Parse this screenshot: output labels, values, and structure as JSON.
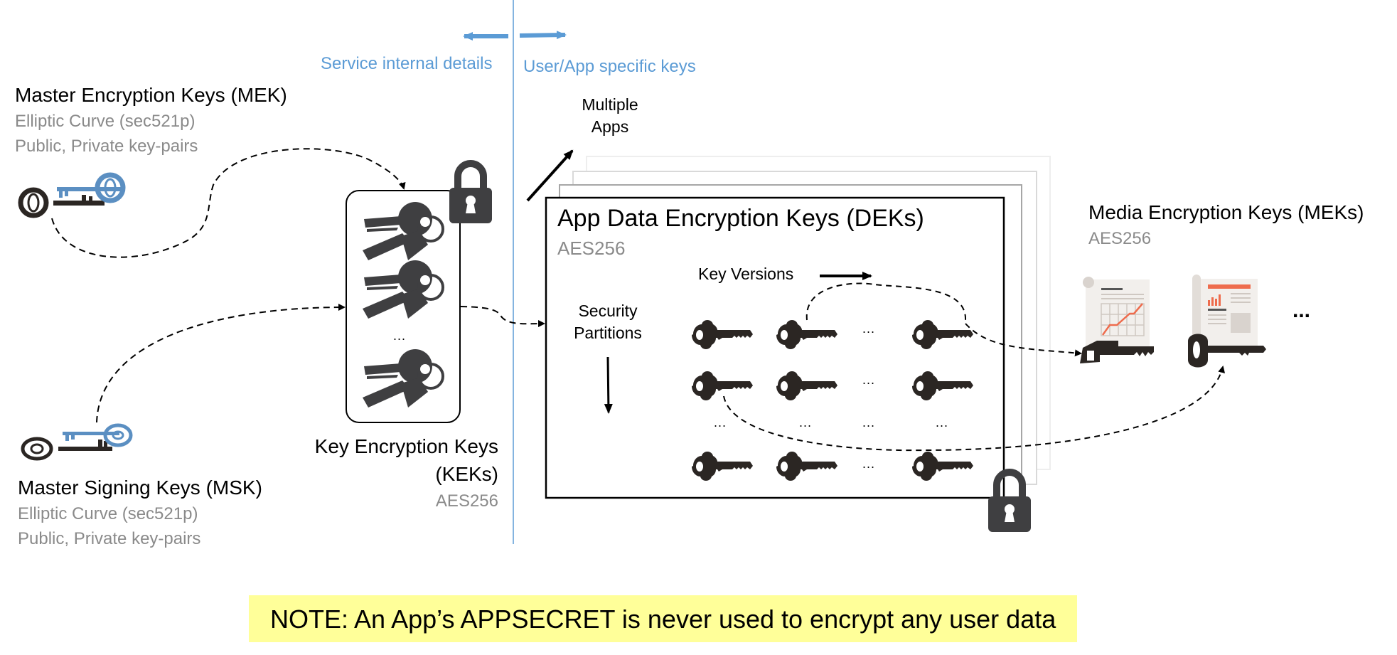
{
  "divider": {
    "left_label": "Service internal details",
    "right_label": "User/App specific keys",
    "color": "#5b9bd5"
  },
  "mek": {
    "title": "Master Encryption Keys (MEK)",
    "line1": "Elliptic Curve (sec521p)",
    "line2": "Public, Private key-pairs"
  },
  "msk": {
    "title": "Master Signing Keys (MSK)",
    "line1": "Elliptic Curve (sec521p)",
    "line2": "Public, Private key-pairs"
  },
  "kek": {
    "title_line1": "Key Encryption Keys",
    "title_line2": "(KEKs)",
    "algorithm": "AES256",
    "ellipsis": "..."
  },
  "multiple_apps": {
    "line1": "Multiple",
    "line2": "Apps"
  },
  "dek": {
    "title": "App Data Encryption Keys (DEKs)",
    "algorithm": "AES256",
    "key_versions_label": "Key Versions",
    "partitions_line1": "Security",
    "partitions_line2": "Partitions",
    "ellipsis": "..."
  },
  "media": {
    "title": "Media Encryption Keys (MEKs)",
    "algorithm": "AES256",
    "more": "...",
    "accent_color": "#ee6c4d"
  },
  "note": {
    "text": "NOTE: An App’s APPSECRET is never used to encrypt any user data",
    "background": "#ffff99"
  },
  "icons": {
    "ornate_key": "ornate-key-icon",
    "keys_ring": "key-ring-icon",
    "padlock": "padlock-icon",
    "key": "key-icon",
    "document": "document-icon"
  }
}
